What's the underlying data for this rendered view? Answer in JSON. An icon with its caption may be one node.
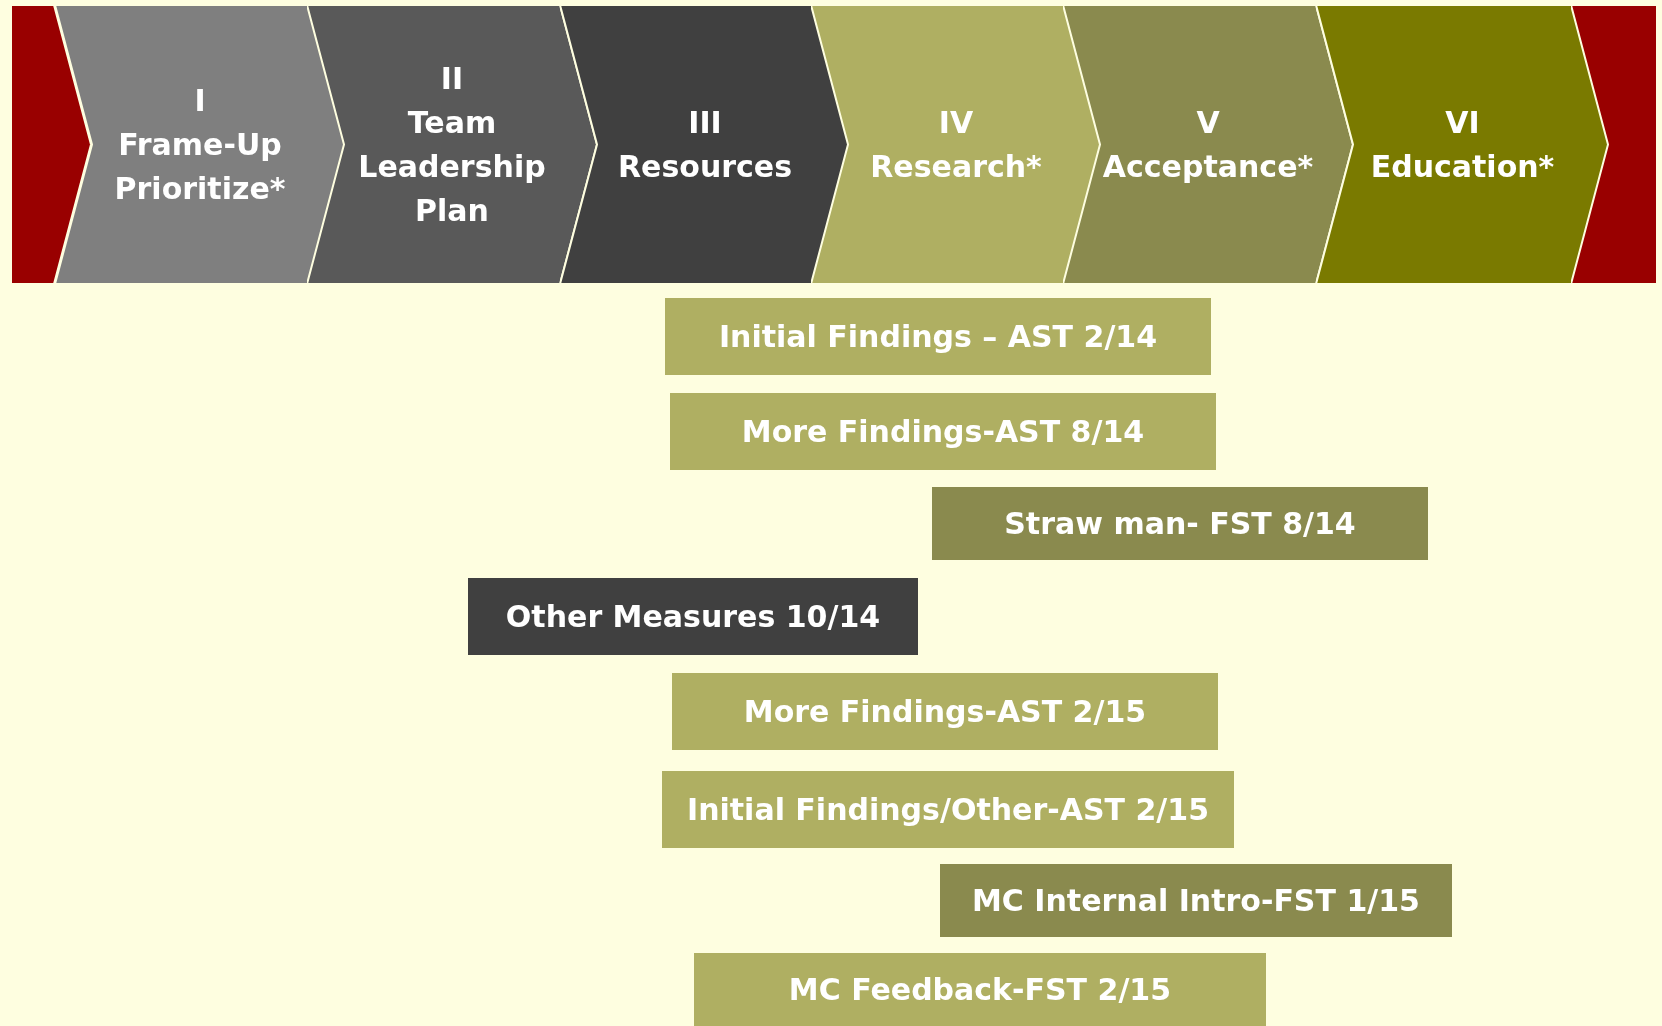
{
  "diagram": {
    "nodes": [
      {
        "text": [],
        "shape": "chevron"
      },
      {
        "text": [
          "I",
          "Frame-Up Prioritize*"
        ]
      },
      {
        "text": [
          "II",
          "Team Leadership Plan"
        ]
      },
      {
        "text": [
          "III",
          "Resources"
        ]
      },
      {
        "text": [
          "IV",
          "Research*"
        ]
      },
      {
        "text": [
          "V",
          "Acceptance*"
        ]
      },
      {
        "text": [
          "VI",
          "Education*"
        ]
      },
      {
        "text": [],
        "shape": "chevron"
      },
      {
        "text": [
          "Initial Findings – AST 2/14"
        ]
      },
      {
        "text": [
          "More Findings-AST 8/14"
        ]
      },
      {
        "text": [
          "Straw man- FST 8/14"
        ]
      },
      {
        "text": [
          "Other Measures 10/14"
        ]
      },
      {
        "text": [
          "More Findings-AST 2/15"
        ]
      },
      {
        "text": [
          "Initial Findings/Other-AST 2/15"
        ]
      },
      {
        "text": [
          "MC Internal Intro-FST 1/15"
        ]
      },
      {
        "text": [
          "MC Feedback-FST 2/15"
        ]
      }
    ]
  }
}
